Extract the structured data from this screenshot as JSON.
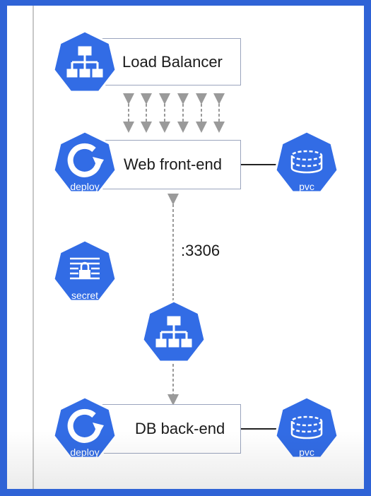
{
  "nodes": {
    "load_balancer": {
      "label": "Load Balancer"
    },
    "web_frontend": {
      "label": "Web front-end",
      "badge": "deploy"
    },
    "web_pvc": {
      "badge": "pvc"
    },
    "secret": {
      "badge": "secret"
    },
    "service": {
      "badge": ""
    },
    "db_backend": {
      "label": "DB back-end",
      "badge": "deploy"
    },
    "db_pvc": {
      "badge": "pvc"
    }
  },
  "edges": {
    "port_label": ":3306"
  },
  "colors": {
    "brand_blue": "#326ce5",
    "border": "#2f63d6"
  }
}
